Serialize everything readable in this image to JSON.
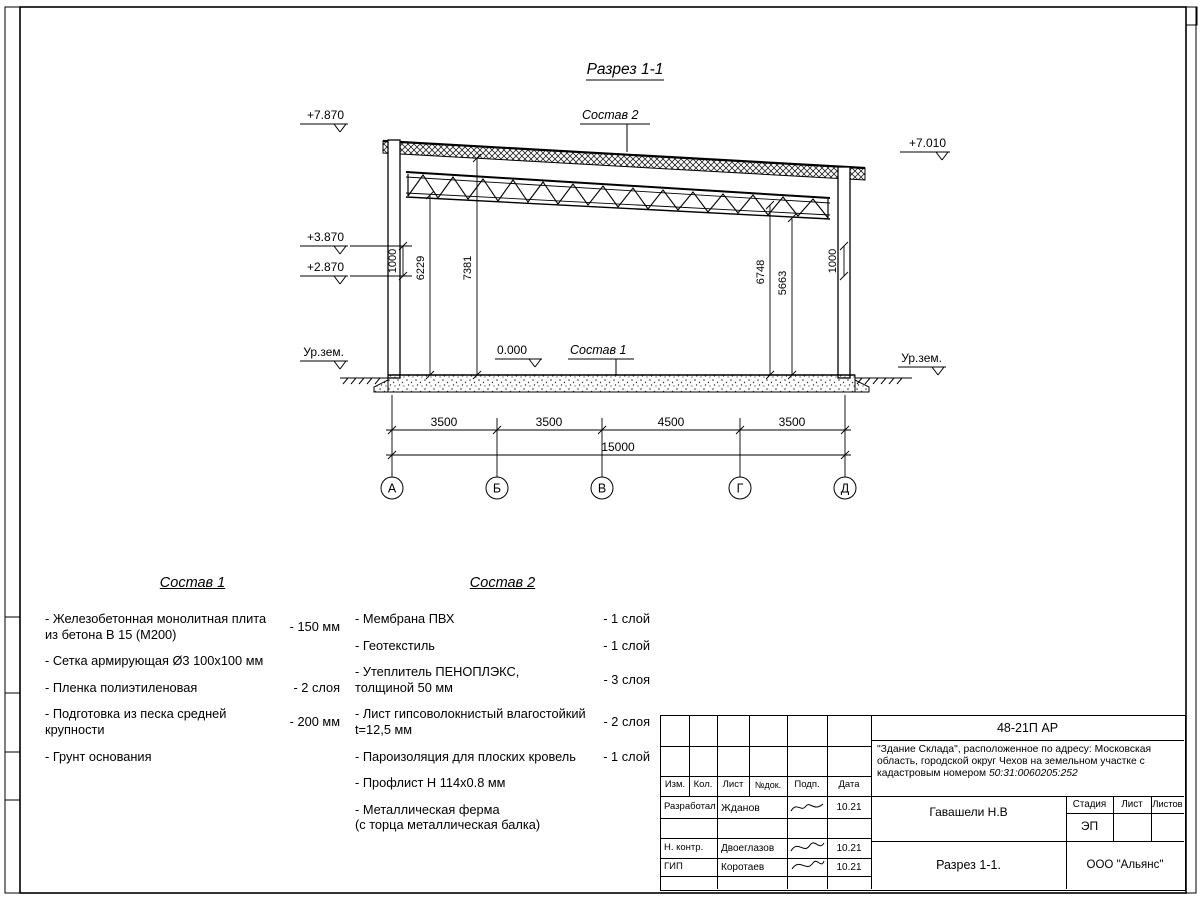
{
  "title": "Разрез 1-1",
  "section": {
    "elev_left_top": "+7.870",
    "elev_mid1": "+3.870",
    "elev_mid2": "+2.870",
    "elev_zero": "0.000",
    "elev_right_top": "+7.010",
    "ground_left": "Ур.зем.",
    "ground_right": "Ур.зем.",
    "label_sostav1": "Состав 1",
    "label_sostav2": "Состав 2",
    "vdims": [
      "1000",
      "6229",
      "7381",
      "6748",
      "5663",
      "1000"
    ],
    "hdims": [
      "3500",
      "3500",
      "4500",
      "3500"
    ],
    "total_dim": "15000",
    "axes": [
      "А",
      "Б",
      "В",
      "Г",
      "Д"
    ]
  },
  "sostav1": {
    "title": "Состав 1",
    "items": [
      {
        "text": "- Железобетонная  монолитная плита\nиз бетона В 15 (М200)",
        "value": "- 150 мм"
      },
      {
        "text": "- Сетка армирующая Ø3 100х100 мм",
        "value": ""
      },
      {
        "text": "- Пленка полиэтиленовая",
        "value": "- 2 слоя"
      },
      {
        "text": "- Подготовка из песка средней\nкрупности",
        "value": "- 200 мм"
      },
      {
        "text": "- Грунт основания",
        "value": ""
      }
    ]
  },
  "sostav2": {
    "title": "Состав 2",
    "items": [
      {
        "text": "- Мембрана ПВХ",
        "value": "- 1 слой"
      },
      {
        "text": "- Геотекстиль",
        "value": "- 1 слой"
      },
      {
        "text": "- Утеплитель ПЕНОПЛЭКС,\nтолщиной 50 мм",
        "value": "- 3 слоя"
      },
      {
        "text": "- Лист гипсоволокнистый влагостойкий\nt=12,5 мм",
        "value": "- 2 слоя"
      },
      {
        "text": "- Пароизоляция для плоских кровель",
        "value": "- 1 слой"
      },
      {
        "text": "- Профлист Н 114х0.8 мм",
        "value": ""
      },
      {
        "text": "- Металлическая ферма\n(с торца металлическая балка)",
        "value": ""
      }
    ]
  },
  "titleblock": {
    "code": "48-21П АР",
    "description": "\"Здание Склада\", расположенное по адресу: Московская область, городской округ Чехов на земельном участке с кадастровым номером ",
    "cadastral": "50:31:0060205:252",
    "cols": [
      "Изм.",
      "Кол.",
      "Лист",
      "№док.",
      "Подп.",
      "Дата"
    ],
    "rows": [
      {
        "role": "Разработал",
        "name": "Жданов",
        "date": "10.21"
      },
      {
        "role": "Н. контр.",
        "name": "Двоеглазов",
        "date": "10.21"
      },
      {
        "role": "ГИП",
        "name": "Коротаев",
        "date": "10.21"
      }
    ],
    "approver": "Гавашели Н.В",
    "stage_label": "Стадия",
    "sheet_label": "Лист",
    "sheets_label": "Листов",
    "stage_value": "ЭП",
    "sheet_title": "Разрез 1-1.",
    "company": "ООО \"Альянс\""
  }
}
